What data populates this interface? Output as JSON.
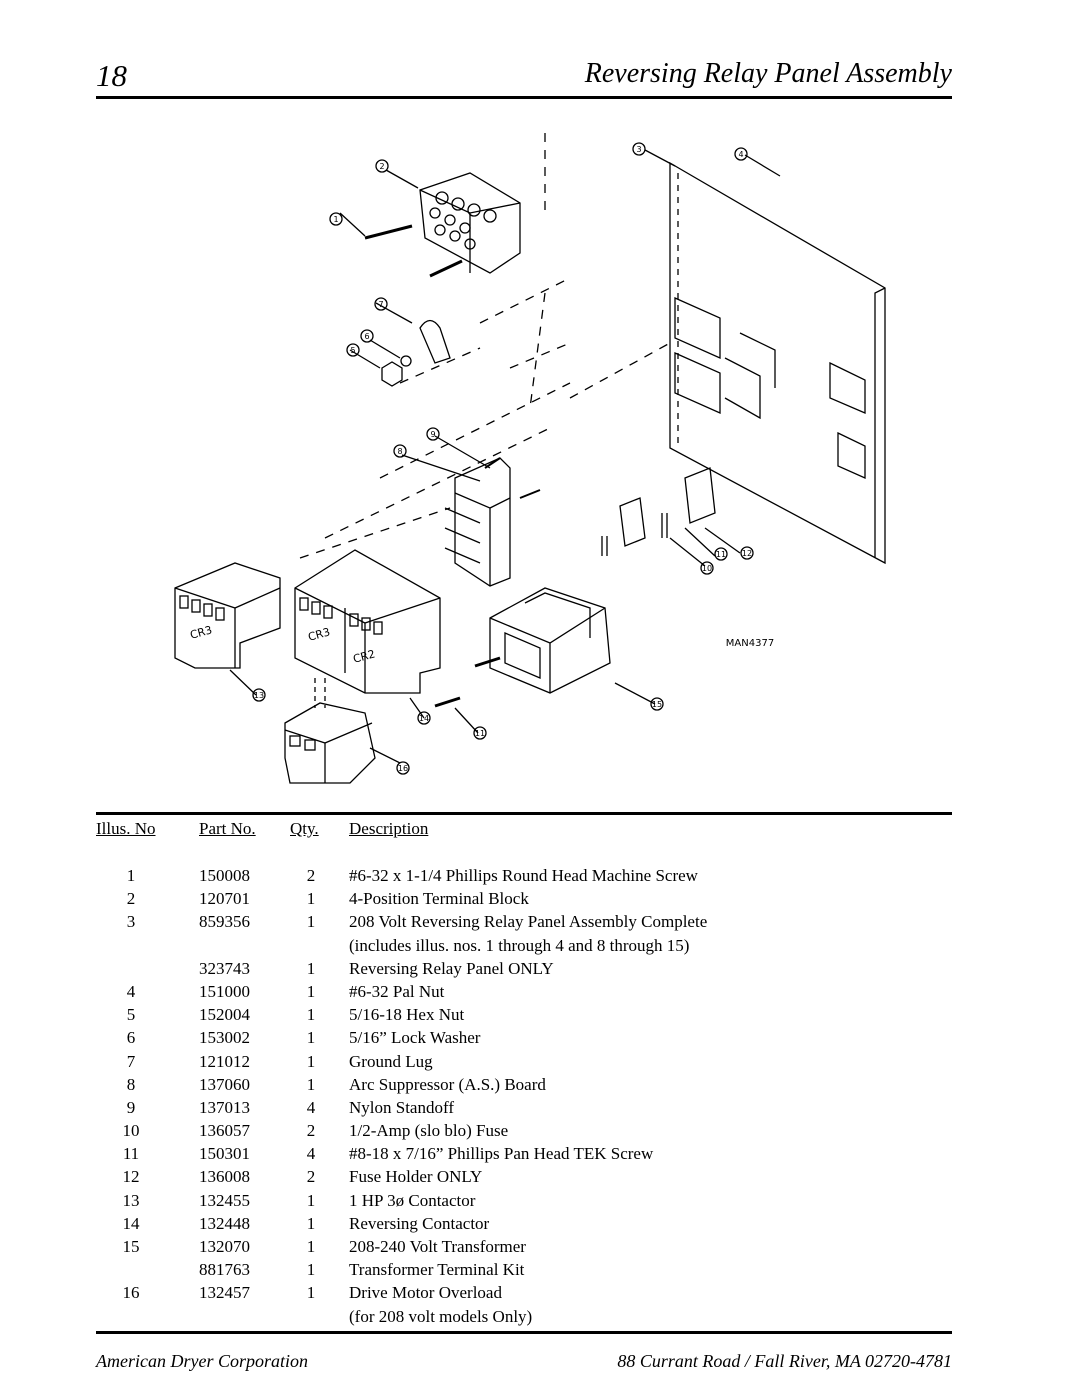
{
  "header": {
    "page_number": "18",
    "title": "Reversing Relay Panel Assembly"
  },
  "diagram": {
    "drawing_id": "MAN4377",
    "callouts": [
      "1",
      "2",
      "3",
      "4",
      "5",
      "6",
      "7",
      "8",
      "9",
      "10",
      "11",
      "12",
      "13",
      "14",
      "11",
      "15",
      "16"
    ],
    "relay_labels": [
      "CR3",
      "CR3",
      "CR2"
    ]
  },
  "table": {
    "headers": {
      "illus": "Illus. No",
      "part": "Part  No.",
      "qty": "Qty.",
      "desc": "Description"
    },
    "rows": [
      {
        "illus": "1",
        "part": "150008",
        "qty": "2",
        "desc": "#6-32 x 1-1/4 Phillips Round Head Machine Screw"
      },
      {
        "illus": "2",
        "part": "120701",
        "qty": "1",
        "desc": "4-Position Terminal Block"
      },
      {
        "illus": "3",
        "part": "859356",
        "qty": "1",
        "desc": "208 Volt Reversing Relay Panel Assembly Complete"
      },
      {
        "illus": "",
        "part": "",
        "qty": "",
        "desc": "(includes illus. nos. 1 through 4 and 8 through 15)"
      },
      {
        "illus": "",
        "part": "323743",
        "qty": "1",
        "desc": "Reversing Relay Panel ONLY"
      },
      {
        "illus": "4",
        "part": "151000",
        "qty": "1",
        "desc": "#6-32 Pal Nut"
      },
      {
        "illus": "5",
        "part": "152004",
        "qty": "1",
        "desc": "5/16-18 Hex Nut"
      },
      {
        "illus": "6",
        "part": "153002",
        "qty": "1",
        "desc": "5/16” Lock Washer"
      },
      {
        "illus": "7",
        "part": "121012",
        "qty": "1",
        "desc": "Ground Lug"
      },
      {
        "illus": "8",
        "part": "137060",
        "qty": "1",
        "desc": "Arc Suppressor (A.S.) Board"
      },
      {
        "illus": "9",
        "part": "137013",
        "qty": "4",
        "desc": "Nylon Standoff"
      },
      {
        "illus": "10",
        "part": "136057",
        "qty": "2",
        "desc": "1/2-Amp (slo blo) Fuse"
      },
      {
        "illus": "11",
        "part": "150301",
        "qty": "4",
        "desc": "#8-18 x 7/16” Phillips Pan Head TEK Screw"
      },
      {
        "illus": "12",
        "part": "136008",
        "qty": "2",
        "desc": "Fuse Holder ONLY"
      },
      {
        "illus": "13",
        "part": "132455",
        "qty": "1",
        "desc": "1 HP 3ø Contactor"
      },
      {
        "illus": "14",
        "part": "132448",
        "qty": "1",
        "desc": "Reversing Contactor"
      },
      {
        "illus": "15",
        "part": "132070",
        "qty": "1",
        "desc": "208-240 Volt Transformer"
      },
      {
        "illus": "",
        "part": "881763",
        "qty": "1",
        "desc": "Transformer Terminal Kit"
      },
      {
        "illus": "16",
        "part": "132457",
        "qty": "1",
        "desc": "Drive Motor Overload"
      },
      {
        "illus": "",
        "part": "",
        "qty": "",
        "desc": "(for 208 volt models Only)"
      }
    ]
  },
  "footer": {
    "left": "American Dryer Corporation",
    "right": "88 Currant Road / Fall River, MA 02720-4781"
  }
}
